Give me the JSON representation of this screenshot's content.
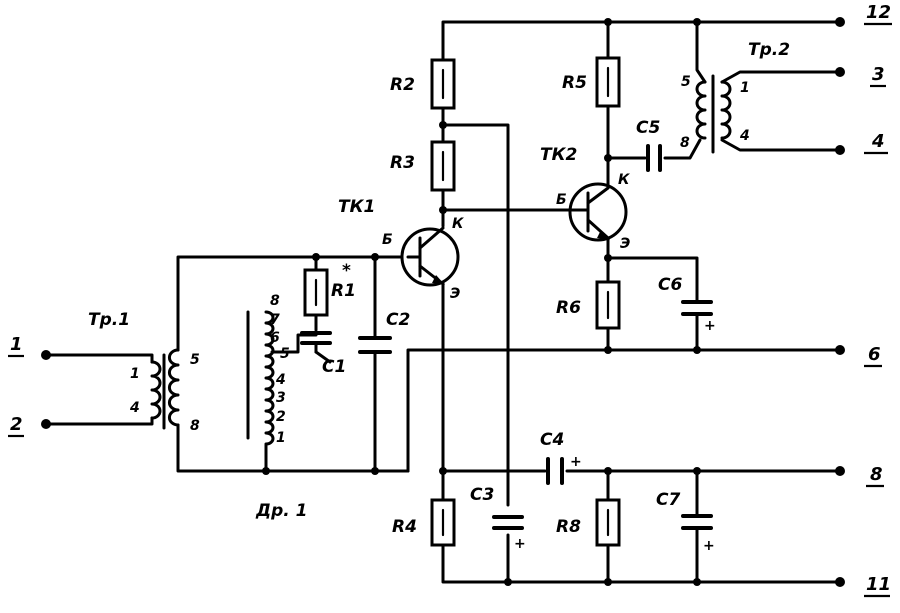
{
  "terminals": {
    "t1": "1",
    "t2": "2",
    "t3": "3",
    "t4": "4",
    "t6": "6",
    "t8": "8",
    "t11": "11",
    "t12": "12"
  },
  "components": {
    "tr1": "Тр.1",
    "tr2": "Тр.2",
    "dr1": "Др. 1",
    "tk1": "ТК1",
    "tk2": "ТК2",
    "r1": "R1",
    "r1_mark": "*",
    "r2": "R2",
    "r3": "R3",
    "r4": "R4",
    "r5": "R5",
    "r6": "R6",
    "r8": "R8",
    "c1": "C1",
    "c2": "C2",
    "c3": "C3",
    "c4": "C4",
    "c5": "C5",
    "c6": "C6",
    "c7": "C7"
  },
  "transistor_pins": {
    "tk1_base": "Б",
    "tk1_collector": "К",
    "tk1_emitter": "Э",
    "tk2_base": "Б",
    "tk2_collector": "К",
    "tk2_emitter": "Э"
  },
  "pins": {
    "tr1_p1": "1",
    "tr1_p4": "4",
    "tr1_p5": "5",
    "tr1_p8": "8",
    "tr2_p5": "5",
    "tr2_p8": "8",
    "tr2_p1": "1",
    "tr2_p4": "4",
    "dr_8": "8",
    "dr_7": "7",
    "dr_6": "6",
    "dr_5": "5",
    "dr_4": "4",
    "dr_3": "3",
    "dr_2": "2",
    "dr_1": "1"
  },
  "polarity": "+"
}
